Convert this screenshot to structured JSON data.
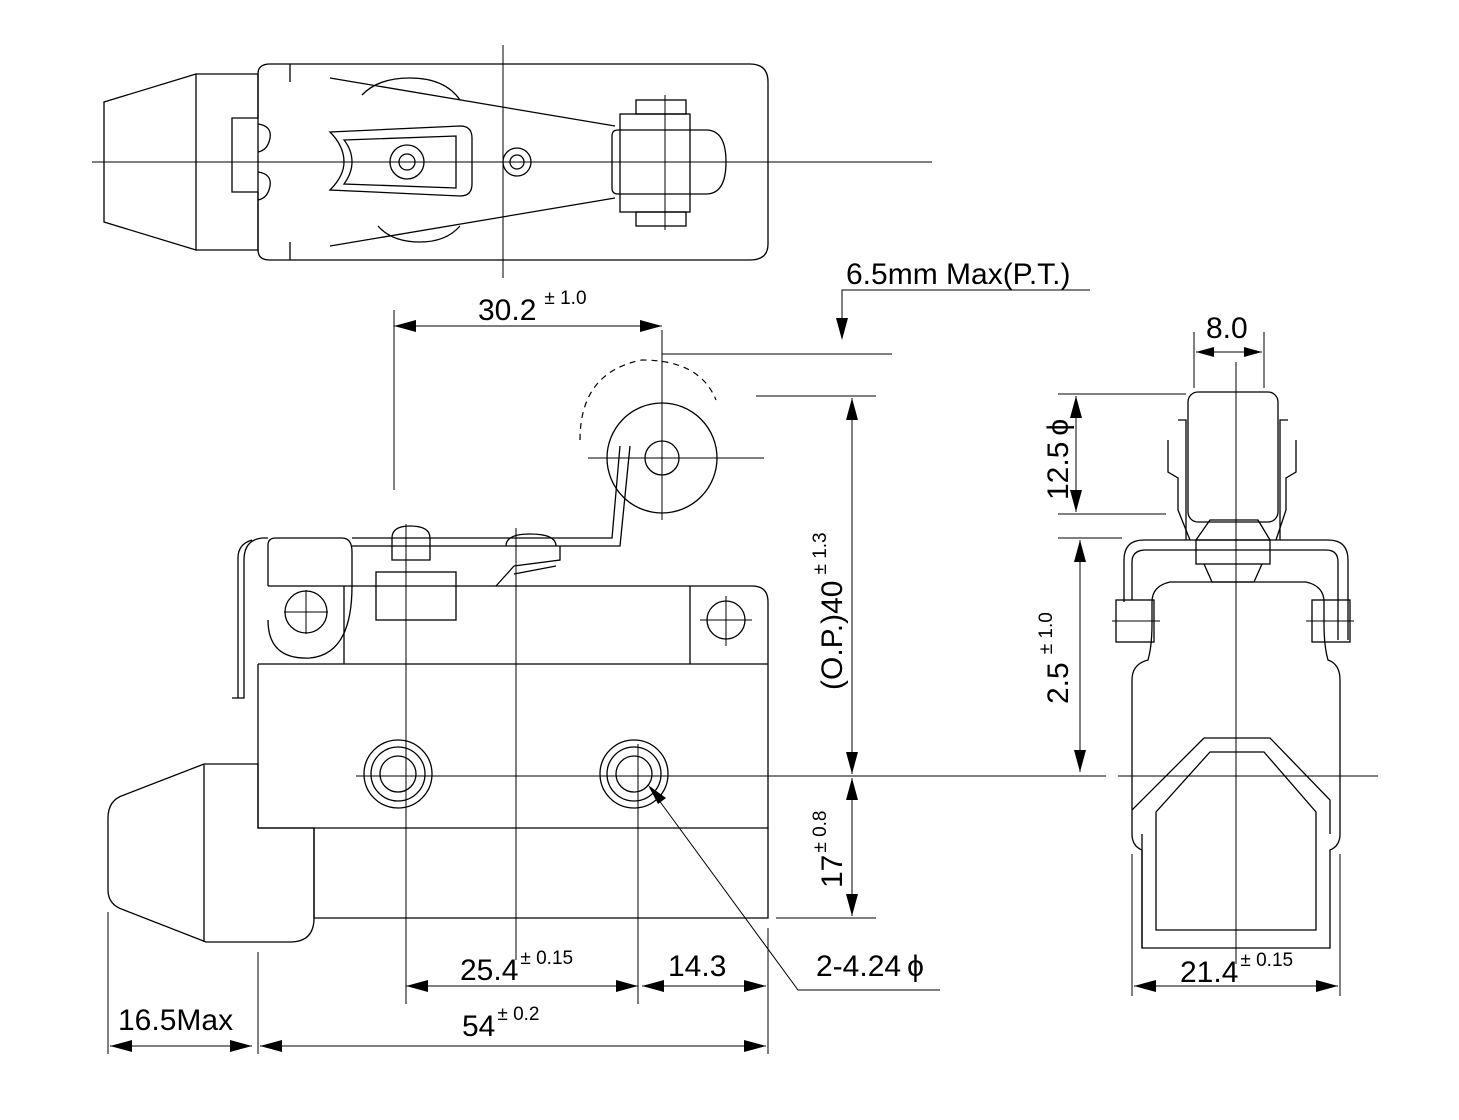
{
  "dimensions": {
    "plunger_travel": "6.5mm Max(P.T.)",
    "roller_offset_main": "30.2",
    "roller_offset_tol": "± 1.0",
    "roller_width": "8.0",
    "roller_diameter": "12.5",
    "diameter_symbol": "ϕ",
    "lever_height_main": "2.5",
    "lever_height_tol": "± 1.0",
    "operating_position_main": "(O.P.)40",
    "operating_position_tol": "± 1.3",
    "mount_height_main": "17",
    "mount_height_tol": "± 0.8",
    "hole_pitch_main": "25.4",
    "hole_pitch_tol": "± 0.15",
    "hole_to_end": "14.3",
    "mounting_holes": "2-4.24",
    "overall_length_main": "54",
    "overall_length_tol": "± 0.2",
    "cap_length": "16.5Max",
    "body_width_main": "21.4",
    "body_width_tol": "± 0.15"
  }
}
